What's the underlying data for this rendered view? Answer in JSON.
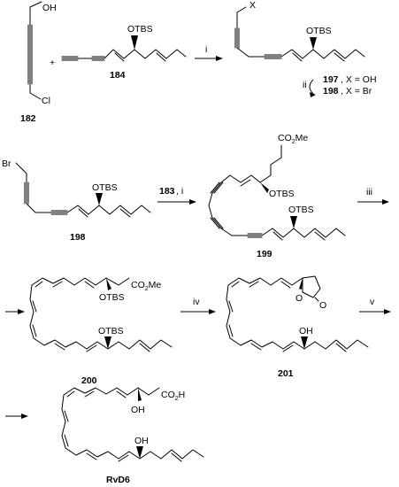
{
  "labels": {
    "c182": "182",
    "c184": "184",
    "c197": "197",
    "c198": "198",
    "c198b": "198",
    "c199": "199",
    "c200": "200",
    "c201": "201",
    "rvd6": "RvD6",
    "plus": "+",
    "x_eq_oh": ", X = OH",
    "x_eq_br": ", X = Br",
    "c183": "183",
    "comma_i": ", i"
  },
  "atoms": {
    "oh": "OH",
    "cl": "Cl",
    "x": "X",
    "br": "Br",
    "otbs": "OTBS",
    "co2me": "CO",
    "co2me_sub": "2",
    "co2me_tail": "Me",
    "co2h": "CO",
    "co2h_sub": "2",
    "co2h_tail": "H",
    "o": "O"
  },
  "reagents": {
    "step1": "i",
    "step2": "ii",
    "step3": "iii",
    "step4": "iv",
    "step5": "v"
  }
}
